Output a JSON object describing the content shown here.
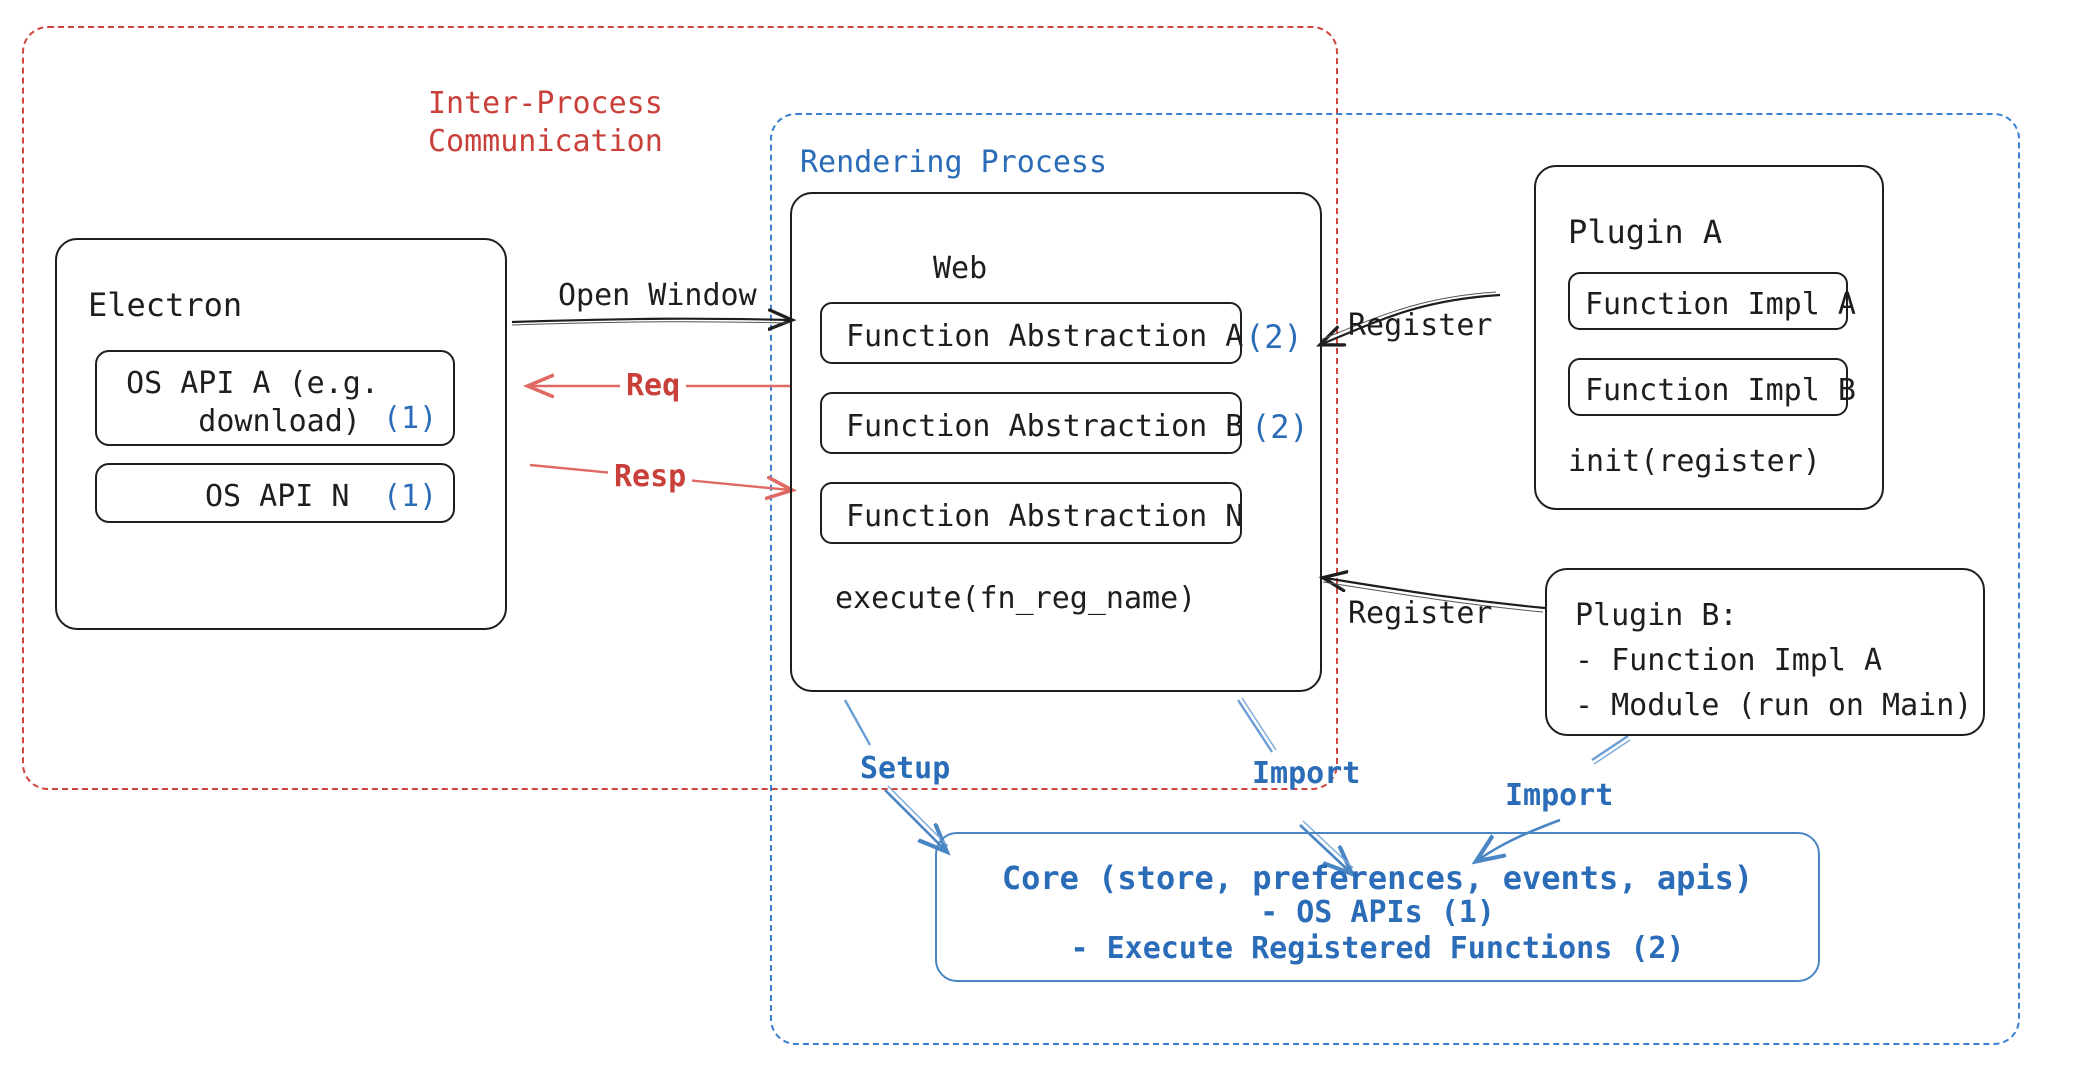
{
  "diagram": {
    "title_ipc": "Inter-Process\nCommunication",
    "title_rendering_process": "Rendering Process"
  },
  "electron": {
    "title": "Electron",
    "apis": [
      {
        "label": "OS API A (e.g.\n   download)",
        "marker": "(1)"
      },
      {
        "label": "OS API N",
        "marker": "(1)"
      }
    ]
  },
  "web": {
    "title": "Web",
    "abstractions": [
      {
        "label": "Function Abstraction A",
        "marker": "(2)"
      },
      {
        "label": "Function Abstraction B",
        "marker": "(2)"
      },
      {
        "label": "Function Abstraction N",
        "marker": ""
      }
    ],
    "execute": "execute(fn_reg_name)"
  },
  "plugin_a": {
    "title": "Plugin A",
    "impls": [
      "Function Impl A",
      "Function Impl B"
    ],
    "init": "init(register)"
  },
  "plugin_b": {
    "lines": [
      "Plugin B:",
      "- Function Impl A",
      "- Module (run on Main)"
    ]
  },
  "core": {
    "lines": [
      "Core (store, preferences, events, apis)",
      "- OS APIs (1)",
      "- Execute Registered Functions (2)"
    ]
  },
  "edges": {
    "open_window": "Open Window",
    "req": "Req",
    "resp": "Resp",
    "register_a": "Register",
    "register_b": "Register",
    "setup": "Setup",
    "import_web": "Import",
    "import_plugin": "Import"
  },
  "colors": {
    "ipc_red": "#c9403a",
    "dashed_red": "#d0453e",
    "process_blue": "#2b6cb8",
    "dashed_blue": "#3b7fd4",
    "arrow_blue": "#4b86c4",
    "ink": "#1e1e1e",
    "marker_blue": "#2b6cb8"
  }
}
